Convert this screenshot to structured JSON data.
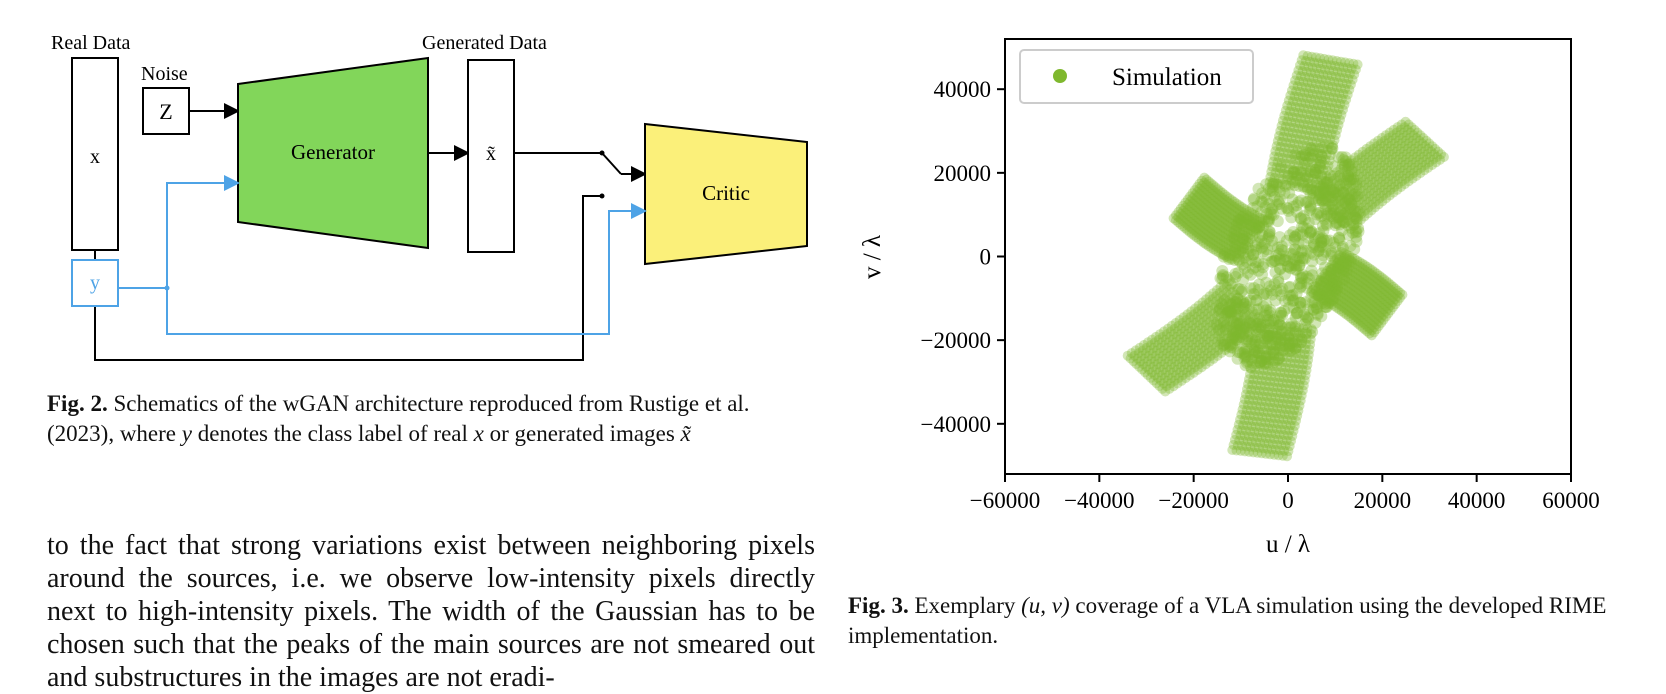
{
  "diagram": {
    "real_label": "Real Data",
    "noise_label": "Noise",
    "generated_label": "Generated Data",
    "z_label": "Z",
    "x_label": "x",
    "y_label": "y",
    "generator_label": "Generator",
    "xtilde_label": "x̃",
    "critic_label": "Critic",
    "colors": {
      "generator": "#82d65a",
      "critic": "#fbf07a",
      "conditional": "#4ea3e6",
      "line": "#000000"
    }
  },
  "captions": {
    "fig2_label": "Fig. 2.",
    "fig2_text_1": " Schematics of the wGAN architecture reproduced from Rustige et al. (2023), where ",
    "fig2_var_y": "y",
    "fig2_text_2": " denotes the class label of real ",
    "fig2_var_x": "x",
    "fig2_text_3": " or generated images ",
    "fig2_var_xtilde": "x̃",
    "fig3_label": "Fig. 3.",
    "fig3_text_1": " Exemplary ",
    "fig3_var_uv": "(u, v)",
    "fig3_text_2": " coverage of a VLA simulation using the developed RIME implementation."
  },
  "body_text": "to the fact that strong variations exist between neighboring pixels around the sources, i.e. we observe low-intensity pixels directly next to high-intensity pixels. The width of the Gaussian has to be chosen such that the peaks of the main sources are not smeared out and substructures in the images are not eradi-",
  "chart_data": {
    "type": "scatter",
    "xlabel": "u / λ",
    "ylabel": "v / λ",
    "xlim": [
      -60000,
      60000
    ],
    "ylim": [
      -52000,
      52000
    ],
    "xticks": [
      -60000,
      -40000,
      -20000,
      0,
      20000,
      40000,
      60000
    ],
    "xtick_labels": [
      "−60000",
      "−40000",
      "−20000",
      "0",
      "20000",
      "40000",
      "60000"
    ],
    "yticks": [
      -40000,
      -20000,
      0,
      20000,
      40000
    ],
    "ytick_labels": [
      "−40000",
      "−20000",
      "0",
      "20000",
      "40000"
    ],
    "legend": {
      "position": "top-left",
      "entries": [
        "Simulation"
      ]
    },
    "grid": false,
    "series": [
      {
        "name": "Simulation",
        "color": "#7fb82e",
        "opacity": 0.35,
        "arms": [
          {
            "from": [
              0,
              0
            ],
            "to": [
              9000,
              47000
            ]
          },
          {
            "from": [
              0,
              0
            ],
            "to": [
              -6000,
              -47000
            ]
          },
          {
            "from": [
              0,
              0
            ],
            "to": [
              29000,
              28000
            ]
          },
          {
            "from": [
              0,
              0
            ],
            "to": [
              -30000,
              -28000
            ]
          },
          {
            "from": [
              0,
              0
            ],
            "to": [
              -21000,
              14000
            ]
          },
          {
            "from": [
              0,
              0
            ],
            "to": [
              21000,
              -14000
            ]
          }
        ]
      }
    ]
  }
}
